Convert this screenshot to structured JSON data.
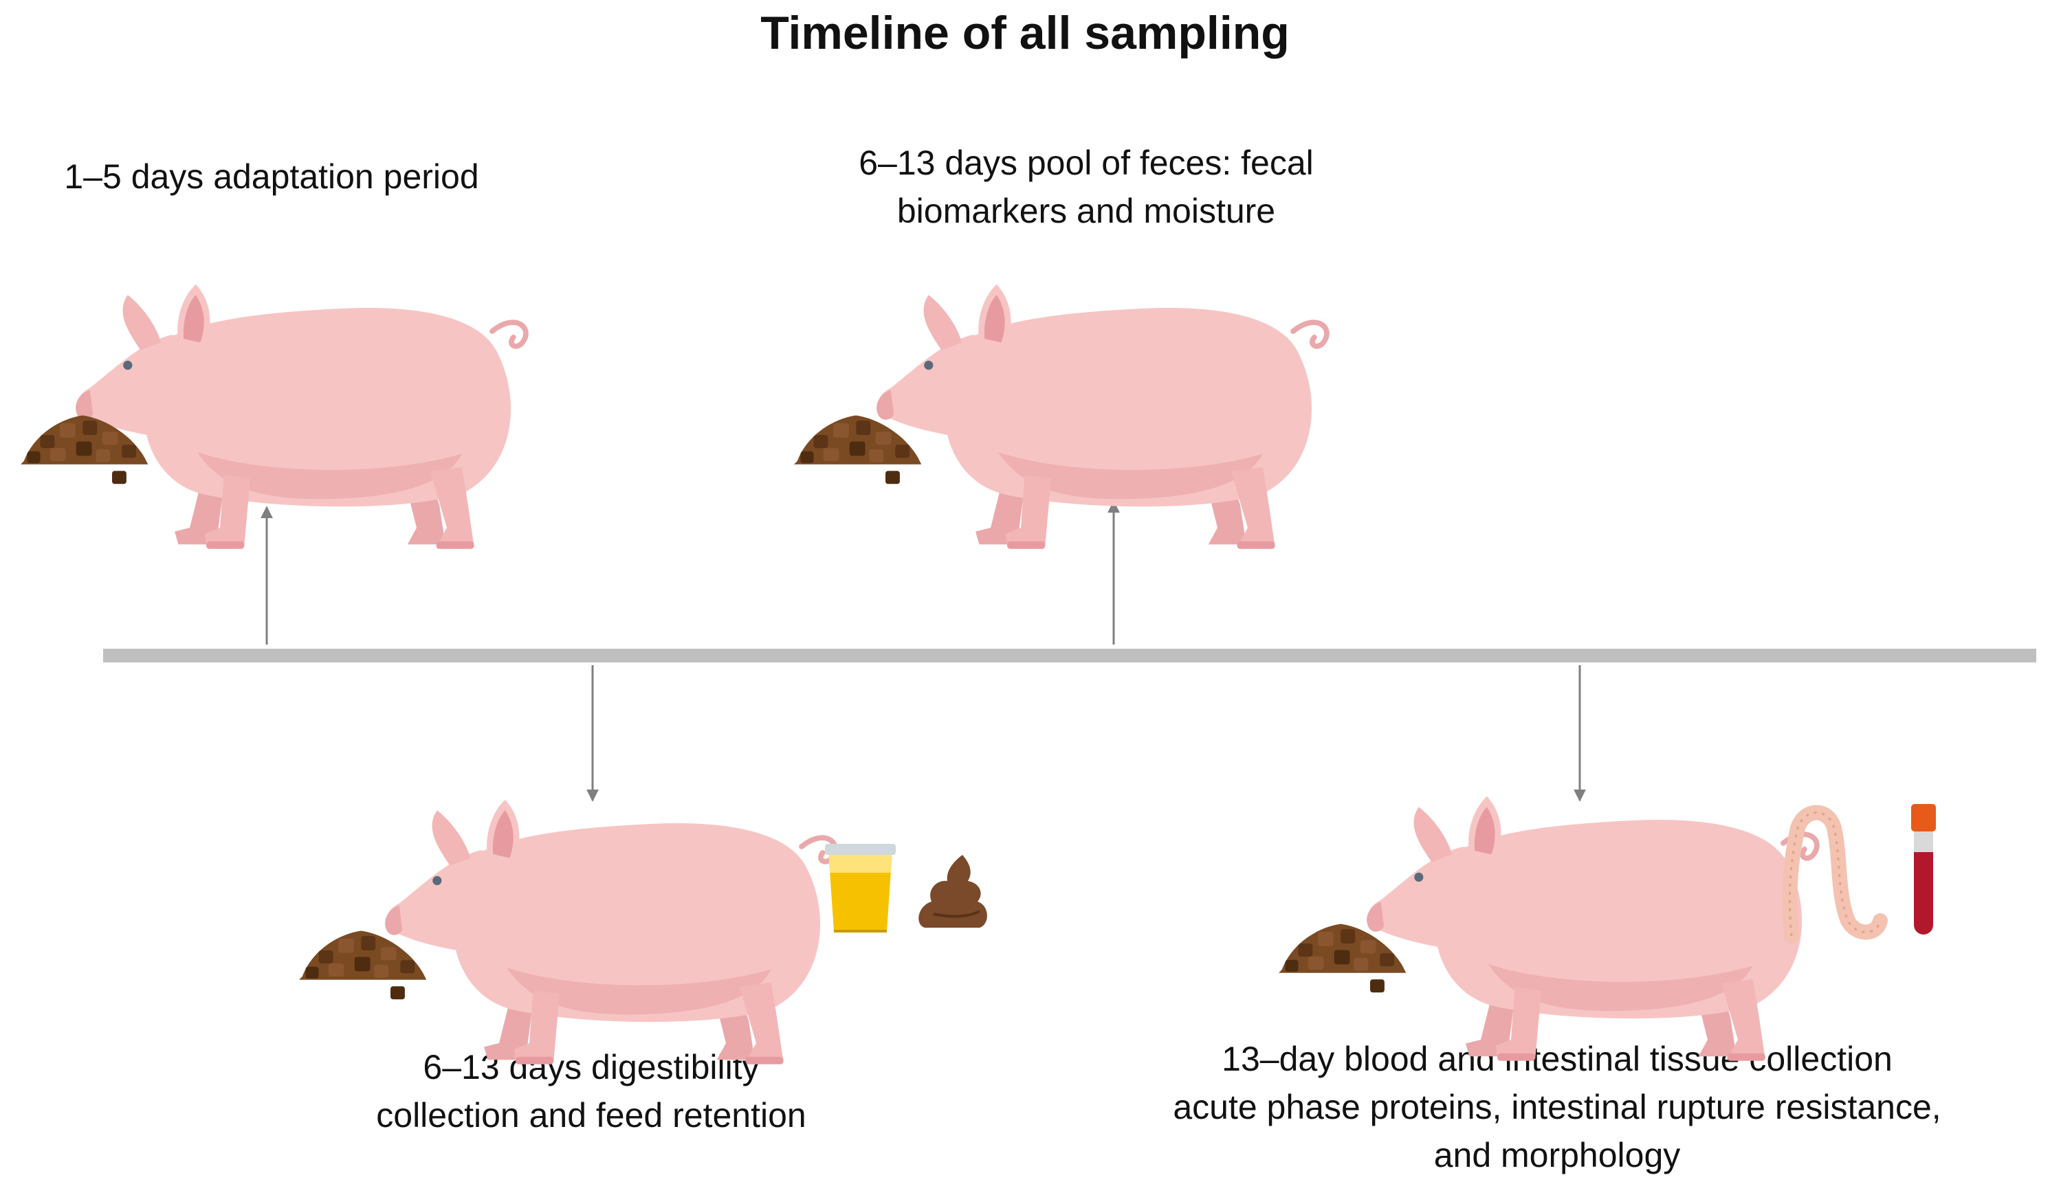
{
  "title": "Timeline of all sampling",
  "events": [
    {
      "lines": [
        "1–5 days adaptation period"
      ]
    },
    {
      "lines": [
        "6–13 days pool of feces: fecal",
        "biomarkers and moisture"
      ]
    },
    {
      "lines": [
        "6–13 days digestibility",
        "collection and feed retention"
      ]
    },
    {
      "lines": [
        "13–day blood and intestinal tissue collection",
        "acute phase proteins, intestinal rupture resistance,",
        "and morphology"
      ]
    }
  ],
  "colors": {
    "timeline": "#bfbfbf",
    "arrow": "#7f7f7f",
    "pig_body": "#f7c4c4",
    "pig_shade": "#eaa8aa",
    "feed": "#7a4a22",
    "feed_dark": "#4e2c10",
    "urine": "#f6c200",
    "feces": "#7b4a2a",
    "intestine": "#f4c2b0",
    "blood": "#b2182b",
    "tube_cap": "#e85a1a"
  },
  "icons": [
    "pig-icon",
    "feed-pellets-icon",
    "urine-cup-icon",
    "feces-icon",
    "intestine-icon",
    "blood-tube-icon"
  ]
}
